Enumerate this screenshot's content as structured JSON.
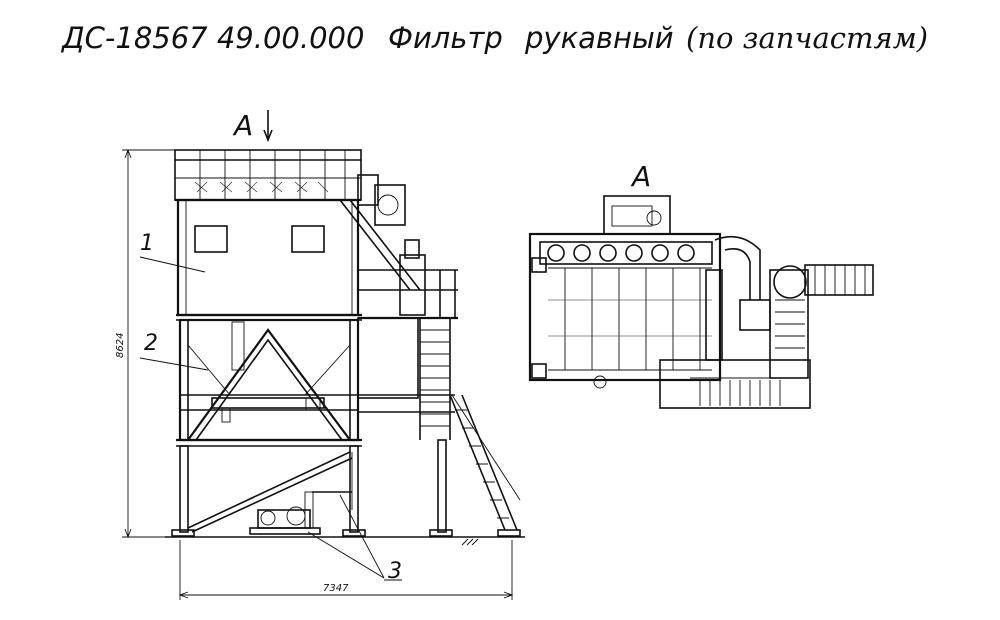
{
  "title": {
    "part1": "ДС-18567 49.00.000",
    "part2": "Фильтр",
    "part3": "рукавный",
    "part4": "(по запчастям)"
  },
  "callouts": {
    "item1": "1",
    "item2": "2",
    "item3": "3"
  },
  "view": {
    "arrow_label": "А",
    "plan_label": "А"
  },
  "dimensions": {
    "height": "8624",
    "width": "7347"
  }
}
